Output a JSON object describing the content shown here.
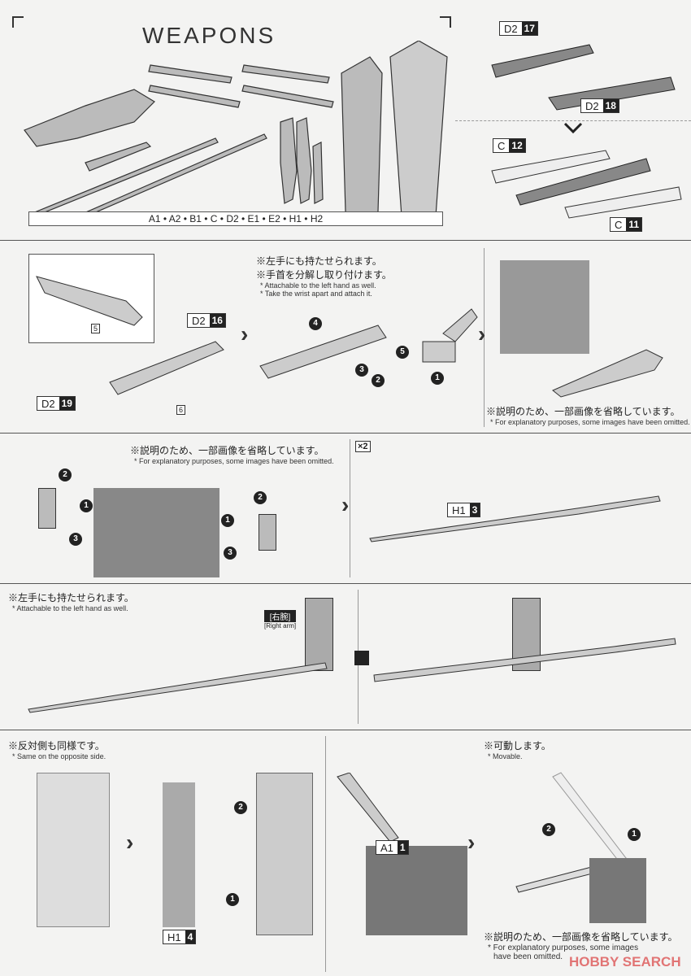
{
  "weapons": {
    "title": "WEAPONS",
    "parts": "A1 • A2 • B1 • C • D2 • E1 • E2 • H1 • H2"
  },
  "tags": {
    "d2_17": {
      "l": "D2",
      "n": "17"
    },
    "d2_18": {
      "l": "D2",
      "n": "18"
    },
    "c_12": {
      "l": "C",
      "n": "12"
    },
    "c_11": {
      "l": "C",
      "n": "11"
    },
    "d2_16": {
      "l": "D2",
      "n": "16"
    },
    "d2_19": {
      "l": "D2",
      "n": "19"
    },
    "h1_3": {
      "l": "H1",
      "n": "3"
    },
    "h1_4": {
      "l": "H1",
      "n": "4"
    },
    "a1_1": {
      "l": "A1",
      "n": "1"
    }
  },
  "steps": [
    "1",
    "2",
    "3",
    "4",
    "5"
  ],
  "tool_refs": [
    "5",
    "6"
  ],
  "notes": {
    "left_hand_jp": "※左手にも持たせられます。",
    "wrist_jp": "※手首を分解し取り付けます。",
    "left_hand_en": "* Attachable to the left hand as well.",
    "wrist_en": "* Take the wrist apart and attach it.",
    "omit_jp": "※説明のため、一部画像を省略しています。",
    "omit_en": "* For explanatory purposes, some images have been omitted.",
    "omit_en_2a": "* For explanatory purposes, some images",
    "omit_en_2b": "have been omitted.",
    "opposite_jp": "※反対側も同様です。",
    "opposite_en": "* Same on the opposite side.",
    "movable_jp": "※可動します。",
    "movable_en": "* Movable."
  },
  "right_arm": {
    "jp": "[右腕]",
    "en": "[Right arm]"
  },
  "times": "×2",
  "watermark": "HOBBY SEARCH"
}
